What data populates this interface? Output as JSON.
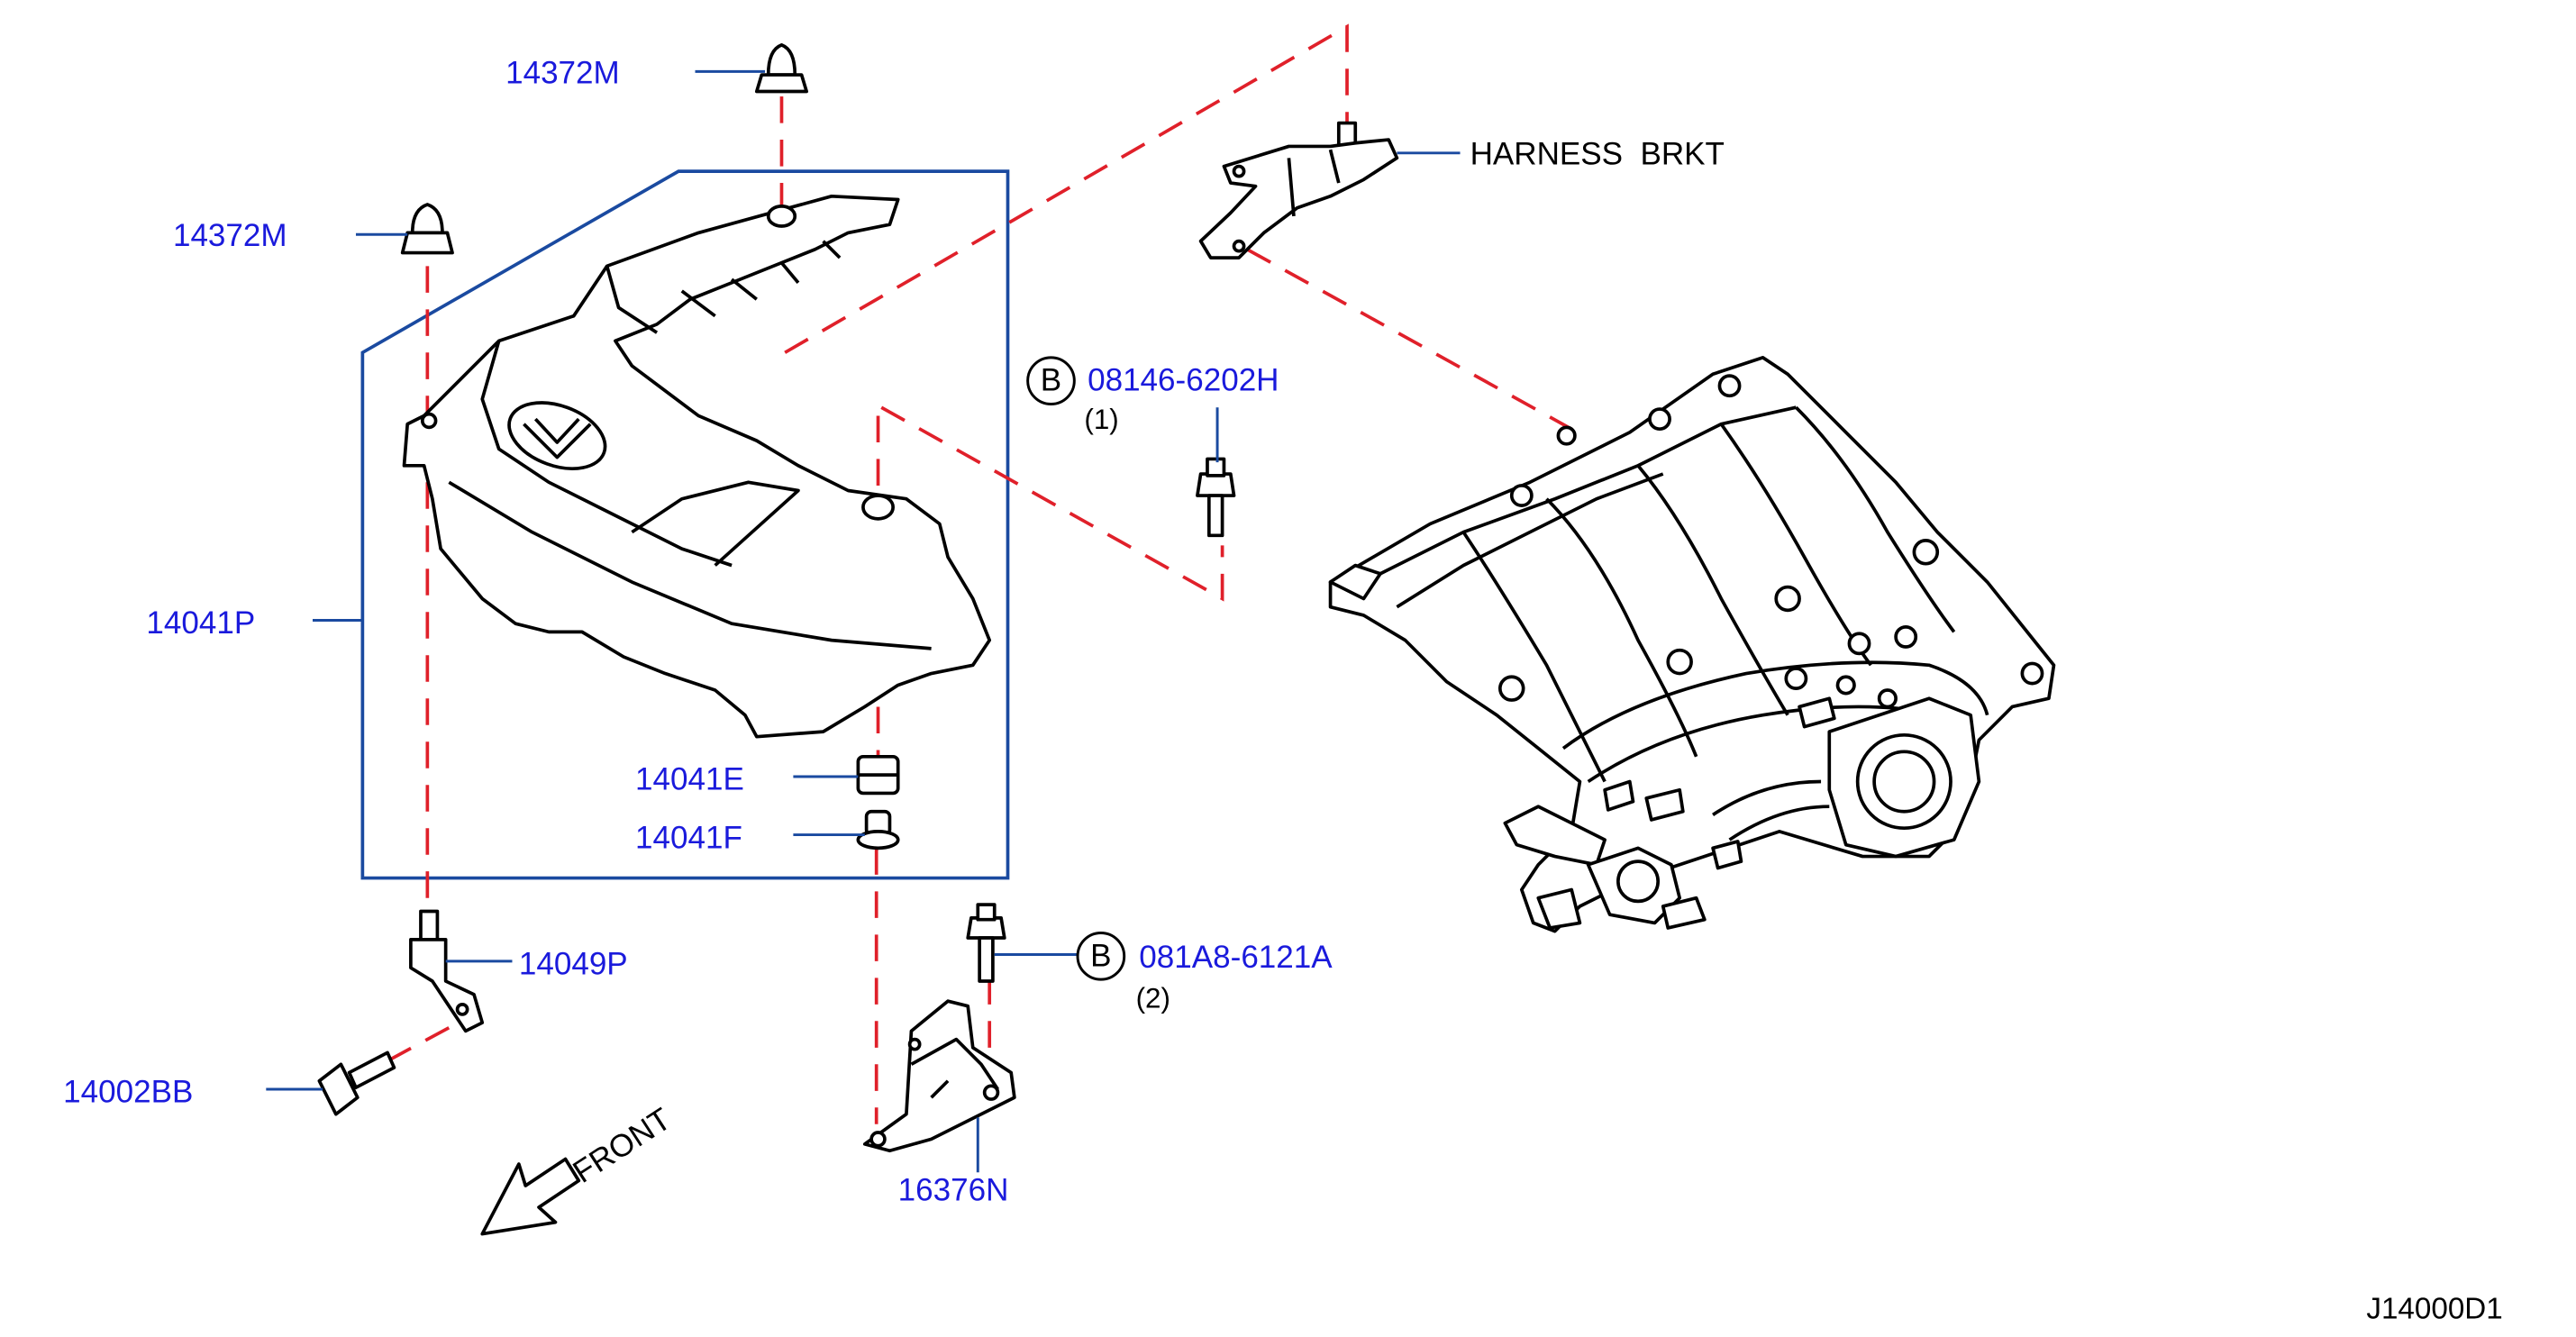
{
  "diagram": {
    "code": "J14000D1",
    "front_label": "FRONT",
    "bolt_symbol": "B",
    "callouts": {
      "cap_nut_upper": "14372M",
      "cap_nut_left": "14372M",
      "engine_cover": "14041P",
      "grommet_e": "14041E",
      "grommet_f": "14041F",
      "bracket_stud": "14049P",
      "bolt_bb": "14002BB",
      "bracket_lower": "16376N",
      "harness_bracket": "HARNESS  BRKT",
      "bolt_1": "08146-6202H",
      "bolt_1_qty": "(1)",
      "bolt_2": "081A8-6121A",
      "bolt_2_qty": "(2)"
    },
    "colors": {
      "part_number": "#1a1adc",
      "leader": "#1a4aa0",
      "hidden_line": "#e0202a",
      "outline": "#000000"
    }
  }
}
